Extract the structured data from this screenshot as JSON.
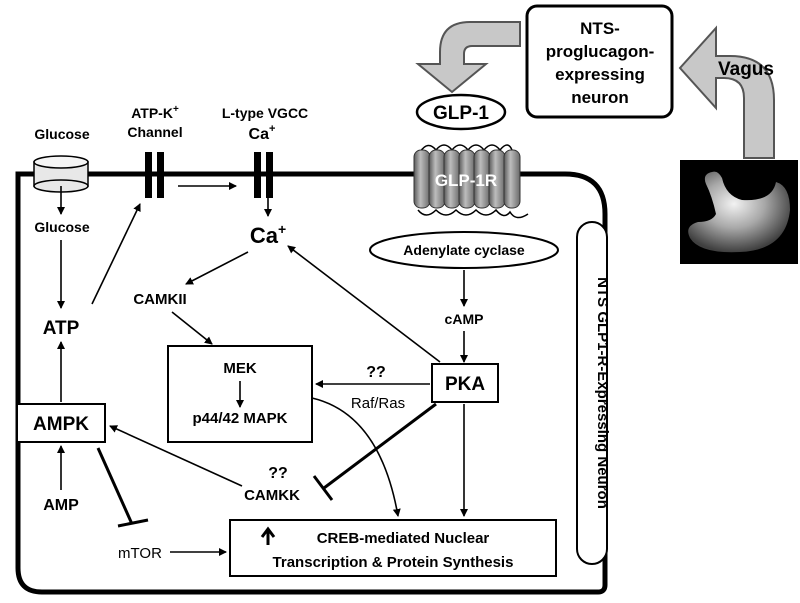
{
  "nts_box": {
    "line1": "NTS-",
    "line2": "proglucagon-",
    "line3": "expressing",
    "line4": "neuron"
  },
  "vagus_label": "Vagus",
  "glp1_label": "GLP-1",
  "glp1r_label": "GLP-1R",
  "glucose_outside": "Glucose",
  "glucose_inside": "Glucose",
  "atpk_channel": {
    "line1": "ATP-K",
    "sup": "+",
    "line2": "Channel"
  },
  "vgcc": {
    "title": "L-type VGCC",
    "ion": "Ca",
    "sup": "+"
  },
  "ca_inside": {
    "ion": "Ca",
    "sup": "+"
  },
  "adenylate_cyclase": "Adenylate cyclase",
  "camp": "cAMP",
  "pka": "PKA",
  "camkii": "CAMKII",
  "mek": "MEK",
  "mapk": "p44/42 MAPK",
  "raf_qq": "??",
  "raf_ras": "Raf/Ras",
  "atp": "ATP",
  "ampk": "AMPK",
  "amp": "AMP",
  "camkk_qq": "??",
  "camkk": "CAMKK",
  "mtor": "mTOR",
  "creb": {
    "line1": "CREB-mediated Nuclear",
    "line2": "Transcription & Protein Synthesis"
  },
  "side_label": "NTS GLP1-R-Expressing Neuron"
}
